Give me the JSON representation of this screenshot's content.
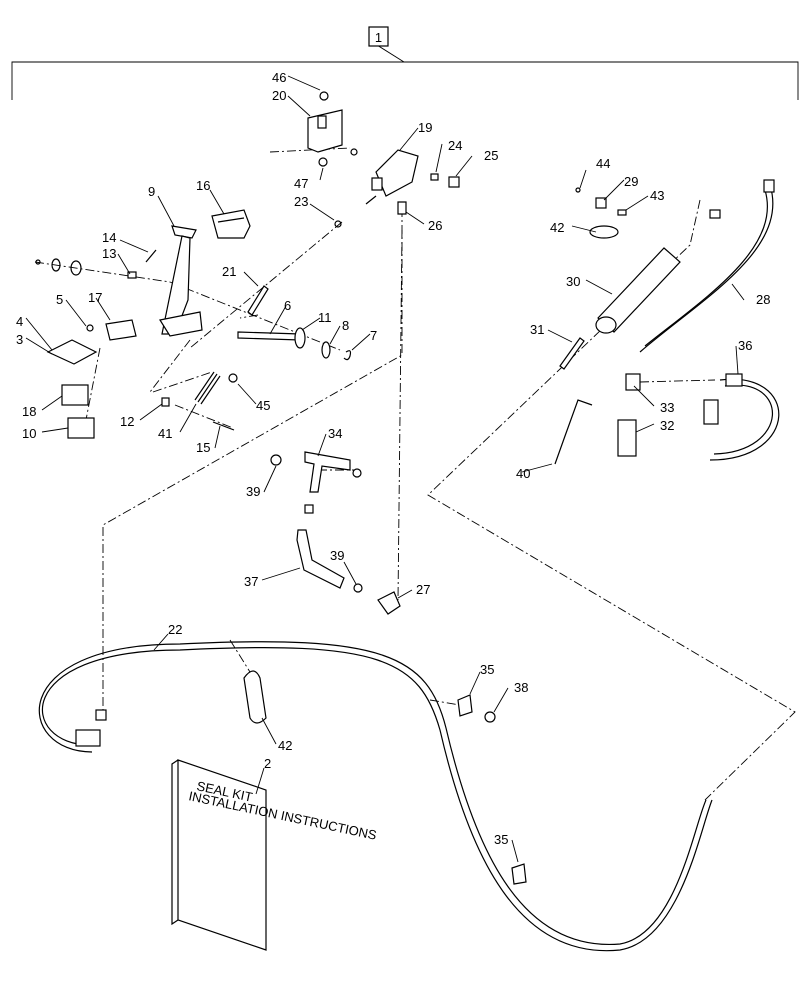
{
  "kit_label": "1",
  "manual_cover_text": [
    "SEAL KIT",
    "INSTALLATION INSTRUCTIONS"
  ],
  "callouts": [
    {
      "id": "c46",
      "text": "46"
    },
    {
      "id": "c20",
      "text": "20"
    },
    {
      "id": "c19",
      "text": "19"
    },
    {
      "id": "c24",
      "text": "24"
    },
    {
      "id": "c25",
      "text": "25"
    },
    {
      "id": "c47",
      "text": "47"
    },
    {
      "id": "c23",
      "text": "23"
    },
    {
      "id": "c26",
      "text": "26"
    },
    {
      "id": "c9",
      "text": "9"
    },
    {
      "id": "c16",
      "text": "16"
    },
    {
      "id": "c14",
      "text": "14"
    },
    {
      "id": "c13",
      "text": "13"
    },
    {
      "id": "c21",
      "text": "21"
    },
    {
      "id": "c5",
      "text": "5"
    },
    {
      "id": "c17",
      "text": "17"
    },
    {
      "id": "c6",
      "text": "6"
    },
    {
      "id": "c4",
      "text": "4"
    },
    {
      "id": "c3",
      "text": "3"
    },
    {
      "id": "c11",
      "text": "11"
    },
    {
      "id": "c8",
      "text": "8"
    },
    {
      "id": "c7",
      "text": "7"
    },
    {
      "id": "c18",
      "text": "18"
    },
    {
      "id": "c10",
      "text": "10"
    },
    {
      "id": "c12",
      "text": "12"
    },
    {
      "id": "c45",
      "text": "45"
    },
    {
      "id": "c41",
      "text": "41"
    },
    {
      "id": "c15",
      "text": "15"
    },
    {
      "id": "c44",
      "text": "44"
    },
    {
      "id": "c29",
      "text": "29"
    },
    {
      "id": "c43",
      "text": "43"
    },
    {
      "id": "c42a",
      "text": "42"
    },
    {
      "id": "c30",
      "text": "30"
    },
    {
      "id": "c28",
      "text": "28"
    },
    {
      "id": "c31",
      "text": "31"
    },
    {
      "id": "c36",
      "text": "36"
    },
    {
      "id": "c33",
      "text": "33"
    },
    {
      "id": "c32",
      "text": "32"
    },
    {
      "id": "c40",
      "text": "40"
    },
    {
      "id": "c34",
      "text": "34"
    },
    {
      "id": "c39a",
      "text": "39"
    },
    {
      "id": "c37",
      "text": "37"
    },
    {
      "id": "c39b",
      "text": "39"
    },
    {
      "id": "c27",
      "text": "27"
    },
    {
      "id": "c22",
      "text": "22"
    },
    {
      "id": "c35a",
      "text": "35"
    },
    {
      "id": "c38",
      "text": "38"
    },
    {
      "id": "c42b",
      "text": "42"
    },
    {
      "id": "c2",
      "text": "2"
    },
    {
      "id": "c35b",
      "text": "35"
    }
  ]
}
